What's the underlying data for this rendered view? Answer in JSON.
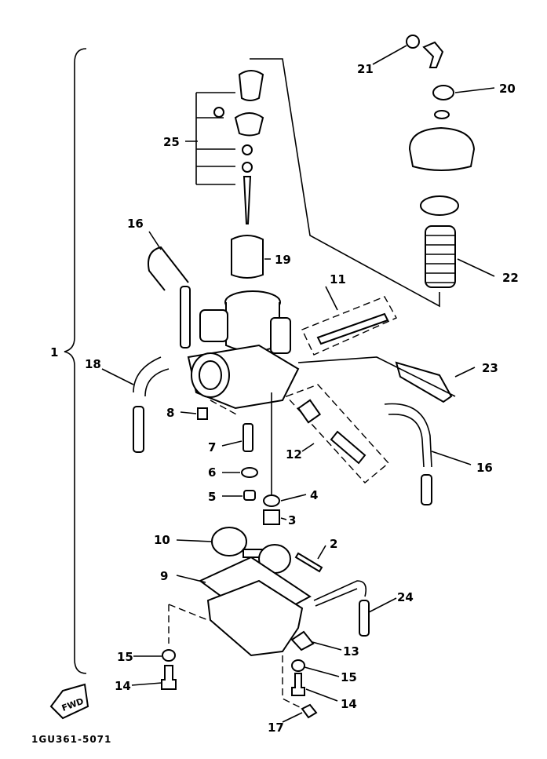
{
  "diagram": {
    "callouts": [
      "1",
      "2",
      "3",
      "4",
      "5",
      "6",
      "7",
      "8",
      "9",
      "10",
      "11",
      "12",
      "13",
      "14",
      "14",
      "15",
      "15",
      "16",
      "16",
      "17",
      "18",
      "19",
      "20",
      "21",
      "22",
      "23",
      "24",
      "25"
    ],
    "fwd_label": "FWD",
    "drawing_code": "1GU361-5071"
  },
  "colors": {
    "ink": "#000000",
    "background": "#ffffff"
  }
}
